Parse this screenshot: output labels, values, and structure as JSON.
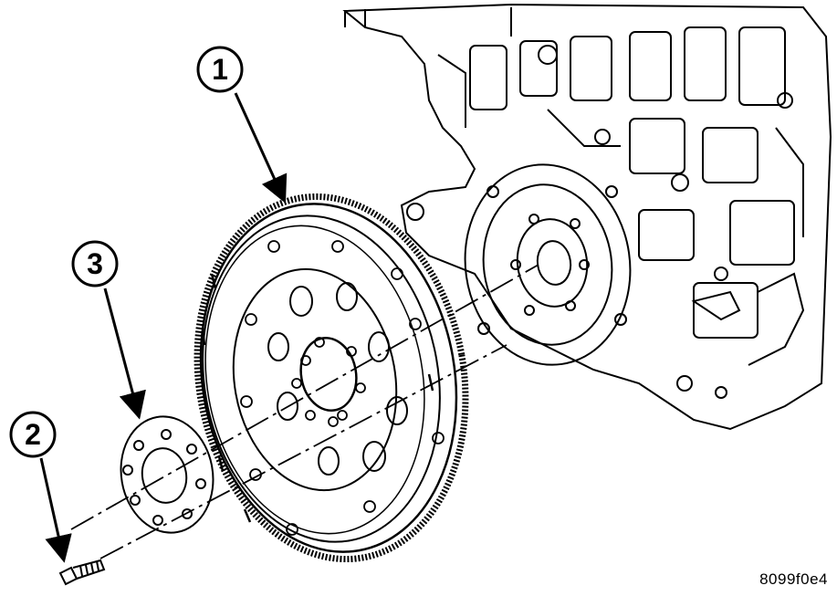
{
  "figure": {
    "figure_id": "8099f0e4"
  },
  "callouts": [
    {
      "number": "1",
      "part": "flywheel"
    },
    {
      "number": "2",
      "part": "bolt"
    },
    {
      "number": "3",
      "part": "plate"
    }
  ]
}
